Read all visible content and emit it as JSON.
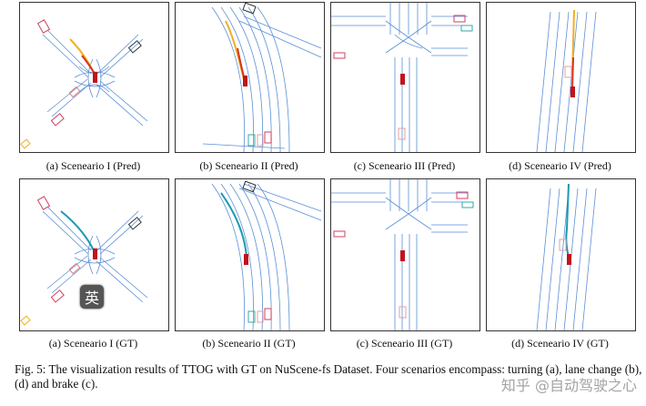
{
  "panels": {
    "a_pred": "(a) Sceneario I (Pred)",
    "b_pred": "(b) Sceneario II (Pred)",
    "c_pred": "(c) Sceneario III (Pred)",
    "d_pred": "(d) Sceneario IV (Pred)",
    "a_gt": "(a) Sceneario I (GT)",
    "b_gt": "(b) Sceneario II (GT)",
    "c_gt": "(c) Sceneario III (GT)",
    "d_gt": "(d) Sceneario IV (GT)"
  },
  "figure_caption": "Fig. 5: The visualization results of TTOG with GT on NuScene-fs Dataset. Four scenarios encompass: turning (a), lane change (b), (d) and brake (c).",
  "watermark": "知乎 @自动驾驶之心",
  "ime_badge": "英",
  "colors": {
    "lane": "#5b8fd6",
    "ego": "#c0141c",
    "pred_traj_start": "#f0b020",
    "pred_traj_end": "#d6361e",
    "gt_traj": "#1a9ab0"
  }
}
